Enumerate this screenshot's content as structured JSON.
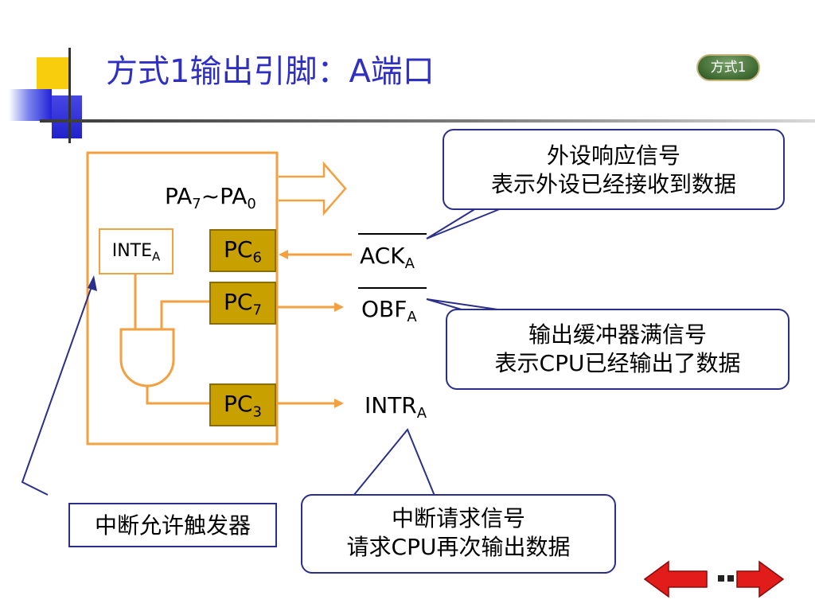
{
  "slide": {
    "title": "方式1输出引脚：A端口",
    "badge_label": "方式1"
  },
  "diagram": {
    "bus_label": "PA",
    "bus_sub_high": "7",
    "bus_tilde": "~PA",
    "bus_sub_low": "0",
    "inte_label": "INTE",
    "inte_sub": "A",
    "pins": [
      {
        "main": "PC",
        "sub": "6"
      },
      {
        "main": "PC",
        "sub": "7"
      },
      {
        "main": "PC",
        "sub": "3"
      }
    ],
    "signals": {
      "ack": {
        "main": "ACK",
        "sub": "A"
      },
      "obf": {
        "main": "OBF",
        "sub": "A"
      },
      "intr": {
        "main": "INTR",
        "sub": "A"
      }
    }
  },
  "callouts": {
    "ack_note": {
      "line1": "外设响应信号",
      "line2": "表示外设已经接收到数据"
    },
    "obf_note": {
      "line1": "输出缓冲器满信号",
      "line2": "表示CPU已经输出了数据"
    },
    "intr_note": {
      "line1": "中断请求信号",
      "line2": "请求CPU再次输出数据"
    },
    "inte_note": "中断允许触发器"
  },
  "colors": {
    "title": "#2f2fc4",
    "wire": "#f2a040",
    "pin_fill": "#c8a000",
    "callout_border": "#2b2f8c",
    "nav_arrow": "#e21b1b"
  }
}
